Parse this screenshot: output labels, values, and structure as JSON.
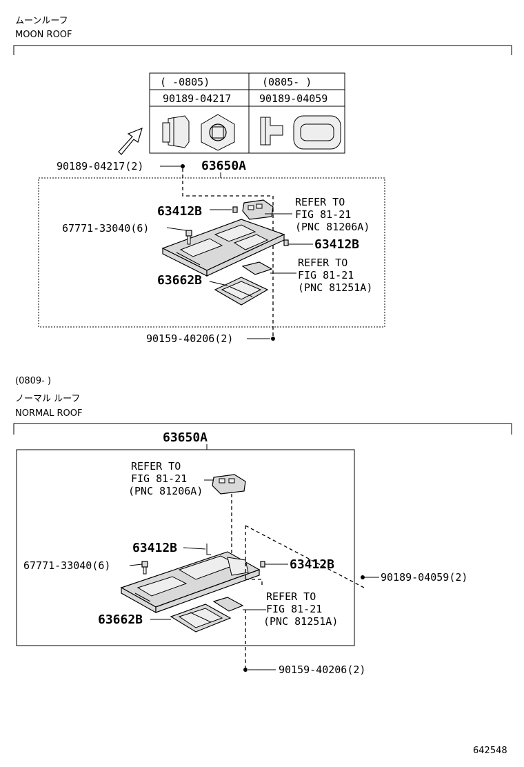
{
  "moon_roof": {
    "title_jp": "ムーンルーフ",
    "title_en": "MOON ROOF",
    "table": {
      "col1_range": "(      -0805)",
      "col2_range": "(0805-      )",
      "col1_part": "90189-04217",
      "col2_part": "90189-04059"
    },
    "labels": {
      "clip": "90189-04217(2)",
      "assembly": "63650A",
      "cover1": "63412B",
      "cover2": "63412B",
      "screw": "67771-33040(6)",
      "lid": "63662B",
      "bolt": "90159-40206(2)",
      "ref1_a": "REFER TO",
      "ref1_b": "FIG 81-21",
      "ref1_c": "(PNC 81206A)",
      "ref2_a": "REFER TO",
      "ref2_b": "FIG 81-21",
      "ref2_c": "(PNC 81251A)"
    }
  },
  "normal_roof": {
    "date_range": "(0809-      )",
    "title_jp": "ノーマル ルーフ",
    "title_en": "NORMAL ROOF",
    "labels": {
      "assembly": "63650A",
      "ref1_a": "REFER TO",
      "ref1_b": "FIG 81-21",
      "ref1_c": "(PNC 81206A)",
      "cover1": "63412B",
      "cover2": "63412B",
      "screw": "67771-33040(6)",
      "clip": "90189-04059(2)",
      "ref2_a": "REFER TO",
      "ref2_b": "FIG 81-21",
      "ref2_c": "(PNC 81251A)",
      "lid": "63662B",
      "bolt": "90159-40206(2)"
    }
  },
  "figure_number": "642548"
}
